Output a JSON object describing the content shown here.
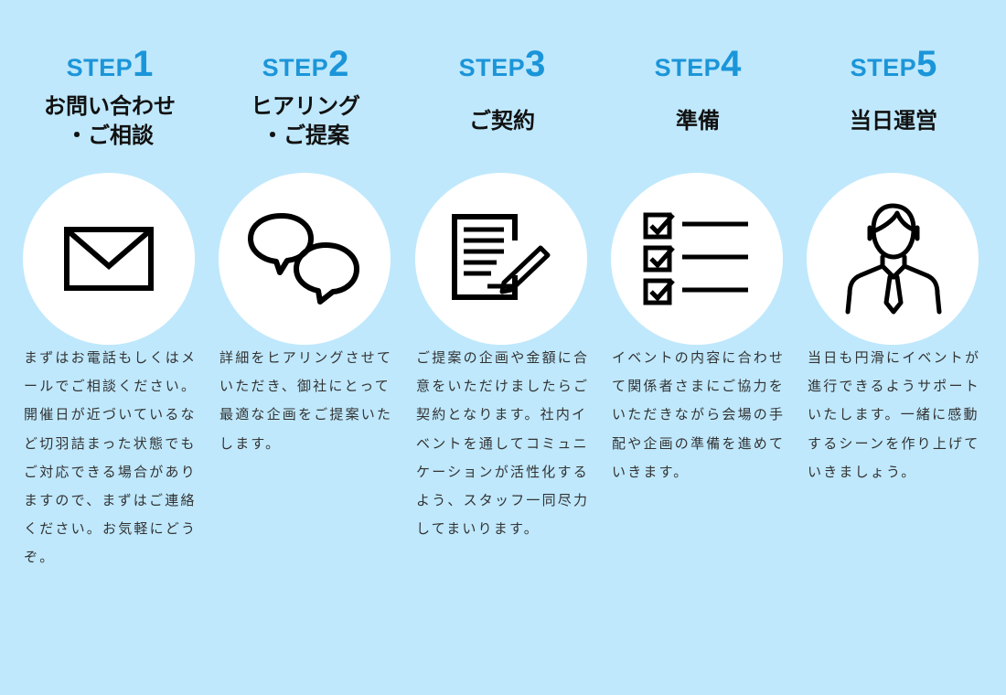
{
  "steps": [
    {
      "step_label": "STEP",
      "number": "1",
      "title": "お問い合わせ\n・ご相談",
      "icon": "envelope-icon",
      "description": "まずはお電話もしくはメールでご相談ください。開催日が近づいているなど切羽詰まった状態でもご対応できる場合がありますので、まずはご連絡ください。お気軽にどうぞ。"
    },
    {
      "step_label": "STEP",
      "number": "2",
      "title": "ヒアリング\n・ご提案",
      "icon": "speech-bubbles-icon",
      "description": "詳細をヒアリングさせていただき、御社にとって最適な企画をご提案いたします。"
    },
    {
      "step_label": "STEP",
      "number": "3",
      "title": "ご契約",
      "icon": "contract-pen-icon",
      "description": "ご提案の企画や金額に合意をいただけましたらご契約となります。社内イベントを通してコミュニケーションが活性化するよう、スタッフ一同尽力してまいります。"
    },
    {
      "step_label": "STEP",
      "number": "4",
      "title": "準備",
      "icon": "checklist-icon",
      "description": "イベントの内容に合わせて関係者さまにご協力をいただきながら会場の手配や企画の準備を進めていきます。"
    },
    {
      "step_label": "STEP",
      "number": "5",
      "title": "当日運営",
      "icon": "staff-person-icon",
      "description": "当日も円滑にイベントが進行できるようサポートいたします。一緒に感動するシーンを作り上げていきましょう。"
    }
  ],
  "colors": {
    "background": "#bfe8fc",
    "accent": "#1b95d9"
  }
}
